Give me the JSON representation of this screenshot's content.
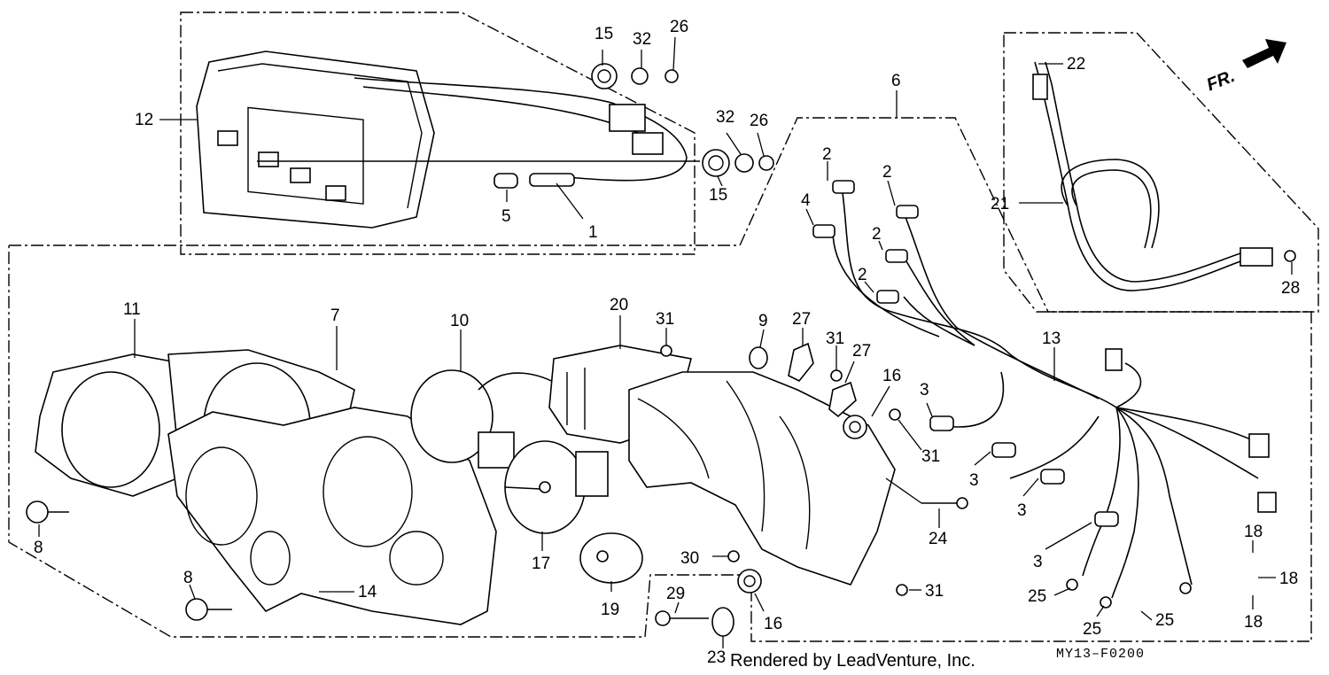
{
  "diagram": {
    "credit": "Rendered by LeadVenture, Inc.",
    "figure_code": "MY13–F0200",
    "direction_label": "FR.",
    "callouts": {
      "c1": "1",
      "c2a": "2",
      "c2b": "2",
      "c2c": "2",
      "c2d": "2",
      "c3a": "3",
      "c3b": "3",
      "c3c": "3",
      "c3d": "3",
      "c4": "4",
      "c5": "5",
      "c6": "6",
      "c7": "7",
      "c8a": "8",
      "c8b": "8",
      "c9": "9",
      "c10": "10",
      "c11": "11",
      "c12": "12",
      "c13": "13",
      "c14": "14",
      "c15a": "15",
      "c15b": "15",
      "c16a": "16",
      "c16b": "16",
      "c17": "17",
      "c18a": "18",
      "c18b": "18",
      "c18c": "18",
      "c19": "19",
      "c20": "20",
      "c21": "21",
      "c22": "22",
      "c23": "23",
      "c24": "24",
      "c25a": "25",
      "c25b": "25",
      "c25c": "25",
      "c26a": "26",
      "c26b": "26",
      "c27a": "27",
      "c27b": "27",
      "c28": "28",
      "c29": "29",
      "c30": "30",
      "c31a": "31",
      "c31b": "31",
      "c31c": "31",
      "c31d": "31",
      "c32a": "32",
      "c32b": "32"
    }
  }
}
